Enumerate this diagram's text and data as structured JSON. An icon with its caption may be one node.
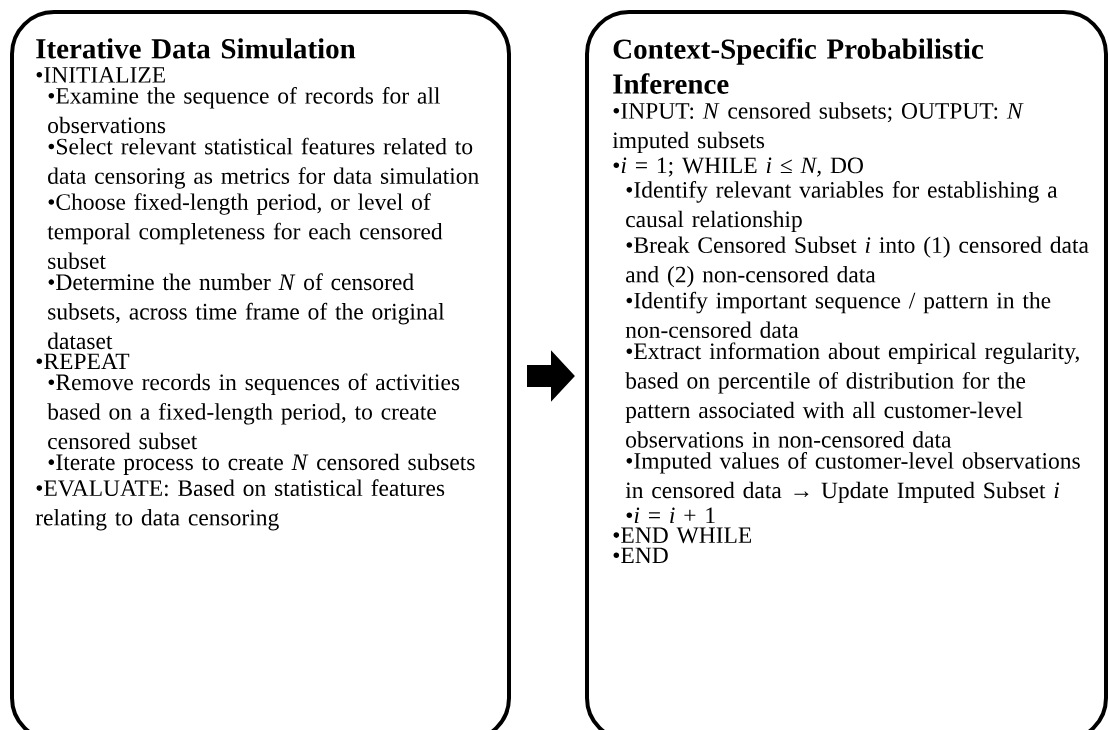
{
  "diagram": {
    "nodes": [
      {
        "text": [
          "Iterative Data Simulation",
          "•INITIALIZE",
          "•Examine the sequence of records for all observations",
          "•Select relevant statistical features related to data censoring as metrics for data simulation",
          "•Choose fixed-length period, or level of temporal completeness for each censored subset",
          "•Determine the number *N* of censored subsets, across time frame of the original dataset",
          "•REPEAT",
          "•Remove records in sequences of activities based on a fixed-length period, to create censored subset",
          "•Iterate process to create *N* censored subsets",
          "•EVALUATE: Based on statistical features relating to data censoring"
        ]
      },
      {
        "text": [
          "Context-Specific Probabilistic Inference",
          "•INPUT: *N* censored subsets; OUTPUT: *N* imputed subsets",
          "•*i* = 1; WHILE *i* ≤ *N,* DO",
          "•Identify relevant variables for establishing a causal relationship",
          "•Break Censored Subset *i* into (1) censored data and (2) non-censored data",
          "•Identify important sequence / pattern in the non-censored data",
          "•Extract information about empirical regularity, based on percentile of distribution for the pattern associated with all customer-level observations in non-censored data",
          "•Imputed values of customer-level observations in censored data → Update Imputed Subset *i*",
          "•*i* = *i* + 1",
          "•END WHILE",
          "•END"
        ]
      }
    ],
    "edges": [
      {
        "from": 0,
        "to": 1,
        "arrow": "to"
      }
    ]
  }
}
